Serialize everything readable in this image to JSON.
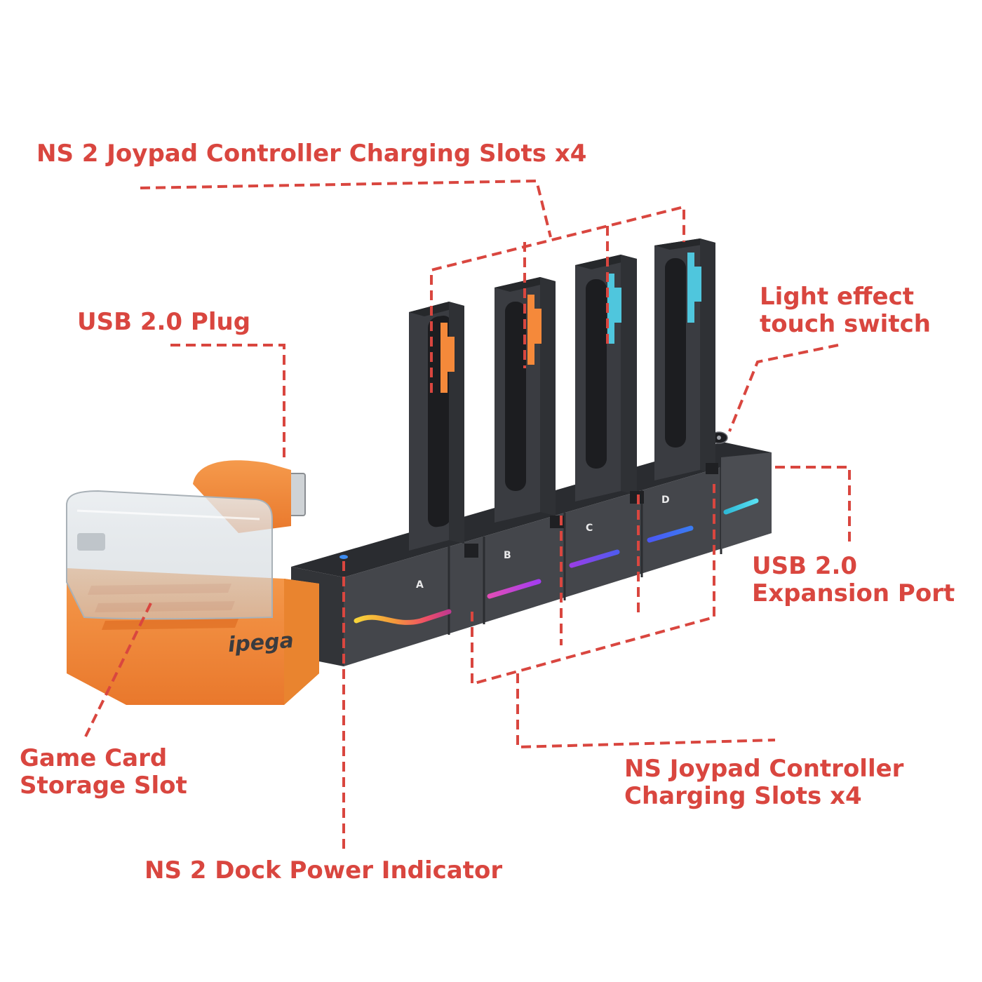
{
  "labels": {
    "ns2_slots": "NS 2 Joypad Controller Charging Slots x4",
    "usb_plug": "USB 2.0 Plug",
    "light_switch": [
      "Light effect",
      "touch switch"
    ],
    "usb_expansion": [
      "USB 2.0",
      "Expansion Port"
    ],
    "game_card": [
      "Game Card",
      "Storage Slot"
    ],
    "ns_slots": [
      "NS Joypad Controller",
      "Charging Slots x4"
    ],
    "power_indicator": "NS 2 Dock Power Indicator"
  },
  "brand": "ipega",
  "slot_letters": [
    "A",
    "B",
    "C",
    "D"
  ],
  "colors": {
    "label_red": "#d9463f",
    "dock_body": "#3b3d42",
    "dock_top": "#2c2e32",
    "orange": "#f08a3c",
    "orange_dark": "#e07428",
    "pin_orange": "#f5893a",
    "pin_cyan": "#4fc6dd"
  },
  "icons": [
    "touch-switch-icon",
    "power-led-icon"
  ]
}
